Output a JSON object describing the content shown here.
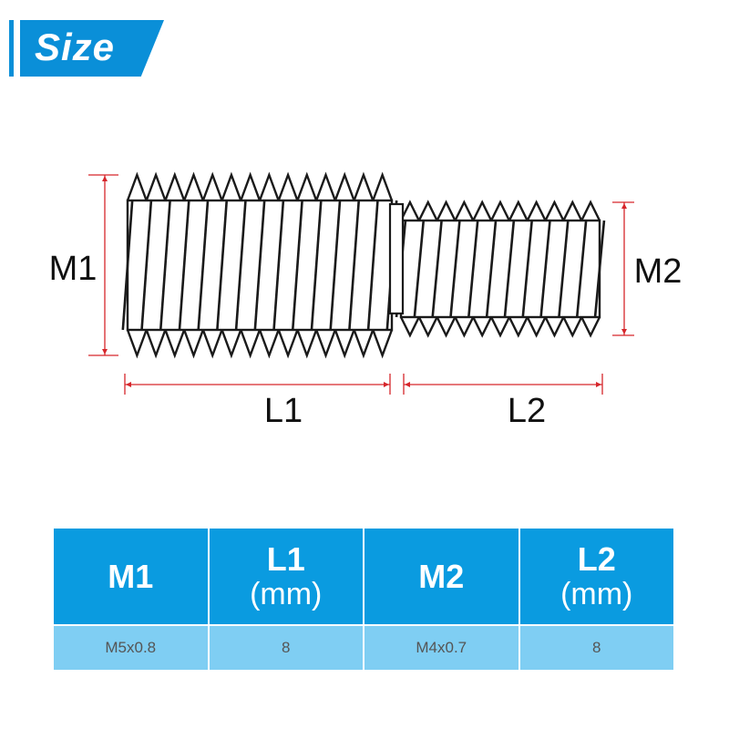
{
  "header": {
    "title": "Size"
  },
  "diagram": {
    "labels": {
      "m1": "M1",
      "m2": "M2",
      "l1": "L1",
      "l2": "L2"
    },
    "colors": {
      "dimension_line": "#d6262b",
      "screw": "#1a1a1a"
    }
  },
  "table": {
    "headers": [
      {
        "name": "M1",
        "unit": ""
      },
      {
        "name": "L1",
        "unit": "(mm)"
      },
      {
        "name": "M2",
        "unit": ""
      },
      {
        "name": "L2",
        "unit": "(mm)"
      }
    ],
    "values": [
      "M5x0.8",
      "8",
      "M4x0.7",
      "8"
    ],
    "colors": {
      "header_bg": "#0a9be0",
      "cell_bg": "#7fcef3"
    }
  }
}
